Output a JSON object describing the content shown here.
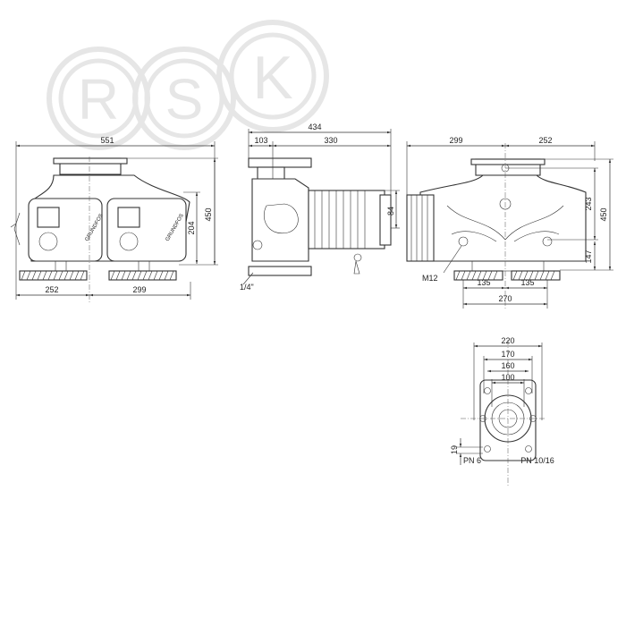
{
  "watermark": {
    "letters": [
      "R",
      "S",
      "K"
    ],
    "color": "#d8d8d8"
  },
  "front_view": {
    "dims": {
      "overall_width": "551",
      "left_width": "252",
      "right_width": "299",
      "height_mid": "204",
      "height_total": "450"
    },
    "brand_text": "GRUNDFOS"
  },
  "side_view": {
    "dims": {
      "total_length": "434",
      "flange_offset": "103",
      "motor_length": "330",
      "motor_height": "84",
      "thread": "1/4\""
    }
  },
  "top_view": {
    "dims": {
      "left_width": "299",
      "right_width": "252",
      "height_mid": "243",
      "height_total": "450",
      "height_low": "147",
      "bolt_left": "135",
      "bolt_right": "135",
      "base_total": "270",
      "bolt_label": "M12"
    }
  },
  "flange_view": {
    "dims": {
      "d220": "220",
      "d170": "170",
      "d160": "160",
      "d100": "100",
      "hole": "19"
    },
    "labels": {
      "pn_low": "PN 6",
      "pn_high": "PN 10/16"
    }
  }
}
